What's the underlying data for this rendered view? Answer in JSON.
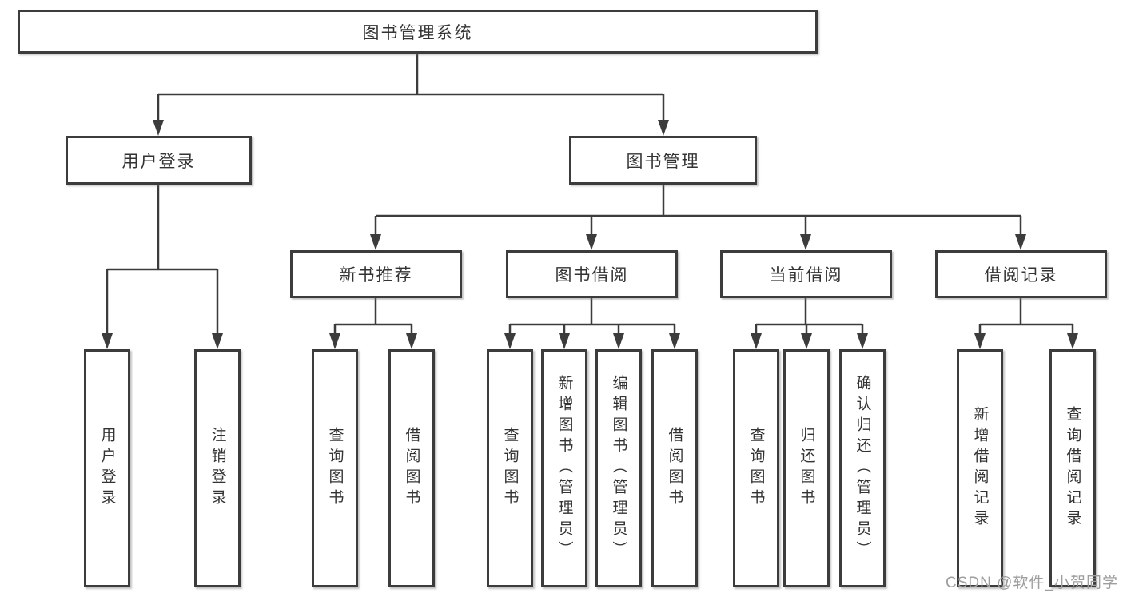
{
  "diagram": {
    "root": {
      "label": "图书管理系统"
    },
    "branches": [
      {
        "label": "用户登录",
        "children": [
          {
            "label": "用户登录"
          },
          {
            "label": "注销登录"
          }
        ]
      },
      {
        "label": "图书管理",
        "children": [
          {
            "label": "新书推荐",
            "children": [
              {
                "label": "查询图书"
              },
              {
                "label": "借阅图书"
              }
            ]
          },
          {
            "label": "图书借阅",
            "children": [
              {
                "label": "查询图书"
              },
              {
                "label": "新增图书（管理员）"
              },
              {
                "label": "编辑图书（管理员）"
              },
              {
                "label": "借阅图书"
              }
            ]
          },
          {
            "label": "当前借阅",
            "children": [
              {
                "label": "查询图书"
              },
              {
                "label": "归还图书"
              },
              {
                "label": "确认归还（管理员）"
              }
            ]
          },
          {
            "label": "借阅记录",
            "children": [
              {
                "label": "新增借阅记录"
              },
              {
                "label": "查询借阅记录"
              }
            ]
          }
        ]
      }
    ]
  },
  "watermark": {
    "text": "CSDN @软件_小贺同学"
  },
  "colors": {
    "line": "#3c3c3c",
    "box_border": "#3c3c3c",
    "box_background": "#ffffff",
    "text": "#333333",
    "watermark": "#9e9e9e",
    "page_background": "#ffffff"
  }
}
